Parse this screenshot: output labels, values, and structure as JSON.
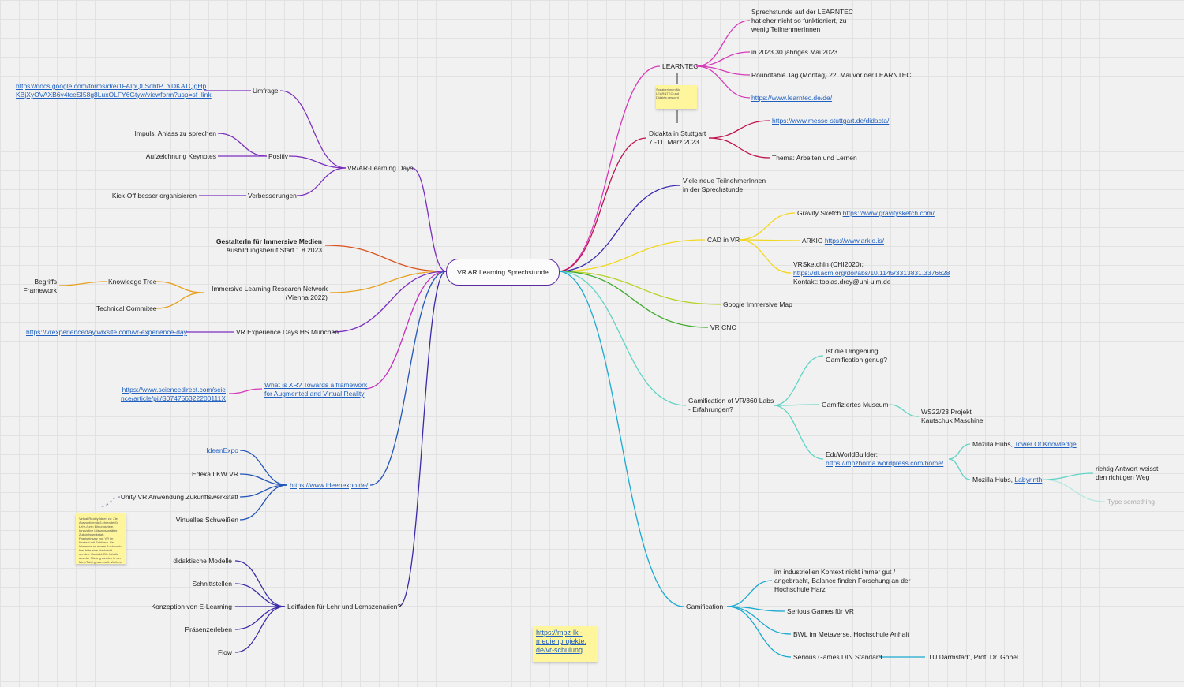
{
  "root": "VR AR Learning Sprechstunde",
  "left": {
    "vrar_days": "VR/AR-Learning Days",
    "umfrage": "Umfrage",
    "umfrage_link": [
      "https://docs.google.com/forms/d/e/1FAIpQLSdhtP_YDKATQgHp",
      "KBjXyOVAXB6v4tceSI58g8LuxOLFY6Gtyw/viewform?usp=sf_link"
    ],
    "positiv": "Positiv",
    "impuls": "Impuls, Anlass zu sprechen",
    "aufzeichnung": "Aufzeichnung Keynotes",
    "verbesserungen": "Verbesserungen",
    "kickoff": "Kick-Off besser organisieren",
    "gestalter_title": "GestalterIn für Immersive Medien",
    "gestalter_sub": "Ausbildungsberuf Start 1.8.2023",
    "ilrn": [
      "Immersive Learning Research Network",
      "(Vienna 2022)"
    ],
    "knowledge_tree": "Knowledge Tree",
    "begriffs": [
      "Begriffs",
      "Framework"
    ],
    "technical": "Technical Commitee",
    "vr_exp_days": "VR Experience Days HS München",
    "vr_exp_link": "https://vrexperienceday.wixsite.com/vr-experience-day",
    "what_xr": [
      "What is XR? Towards a framework",
      "for Augmented and Virtual Reality"
    ],
    "sciencedirect": [
      "https://www.sciencedirect.com/scie",
      "nce/article/pii/S074756322200111X"
    ],
    "ideenexpo_link": "https://www.ideenexpo.de/",
    "ideenexpo": "IdeenExpo",
    "edeka": "Edeka LKW VR",
    "unity": "Unity VR Anwendung Zukunftswerkstatt",
    "schweissen": "Virtuelles Schweißen",
    "leitfaden": "Leitfaden für Lehr und Lernszenarien?",
    "didaktische": "didaktische Modelle",
    "schnittstellen": "Schnittstellen",
    "konzeption": "Konzeption von E-Learning",
    "praesenz": "Präsenzerleben",
    "flow": "Flow"
  },
  "right": {
    "learntec": "LEARNTEC",
    "learntec_note": [
      "Sprechstunde auf der LEARNTEC",
      "hat eher nicht so funktioniert, zu",
      "wenig TeilnehmerInnen"
    ],
    "learntec_2023": "in 2023 30 jähriges Mai 2023",
    "roundtable": "Roundtable Tag (Montag) 22. Mai vor der LEARNTEC",
    "learntec_link": "https://www.learntec.de/de/",
    "sticky_small": [
      "Speakerinnen für",
      "LEARNTEC und",
      "Didakta gesucht"
    ],
    "didakta": [
      "Didakta in Stuttgart",
      "7.-11. März 2023"
    ],
    "didakta_link": "https://www.messe-stuttgart.de/didacta/",
    "didakta_thema": "Thema: Arbeiten und Lernen",
    "viele": [
      "Viele neue TeilnehmerInnen",
      "in der Sprechstunde"
    ],
    "cad": "CAD in VR",
    "gravity": "Gravity Sketch",
    "gravity_link": "https://www.gravitysketch.com/",
    "arkio": "ARKIO",
    "arkio_link": "https://www.arkio.is/",
    "vrsketch": "VRSketchIn (CHI2020):",
    "vrsketch_link": "https://dl.acm.org/doi/abs/10.1145/3313831.3376628",
    "vrsketch_contact": "Kontakt: tobias.drey@uni-ulm.de",
    "google_map": "Google Immersive Map",
    "vr_cnc": "VR CNC",
    "gamif_labs": [
      "Gamification of VR/360 Labs",
      "- Erfahrungen?"
    ],
    "umgebung": [
      "Ist die Umgebung",
      "Gamification genug?"
    ],
    "museum": "Gamifiziertes Museum",
    "ws22": [
      "WS22/23 Projekt",
      "Kautschuk Maschine"
    ],
    "eduworld": "EduWorldBuilder:",
    "eduworld_link": "https://mpzborna.wordpress.com/home/",
    "mozilla": "Mozilla Hubs,",
    "tower": "Tower Of Knowledge",
    "labyrinth": "Labyrinth",
    "richtig": [
      "richtig Antwort weisst",
      "den richtigen Weg"
    ],
    "type_something": "Type something",
    "gamification": "Gamification",
    "industriell": [
      "im industriellen Kontext nicht immer gut /",
      "angebracht, Balance finden Forschung an der",
      "Hochschule Harz"
    ],
    "serious_vr": "Serious Games für VR",
    "bwl": "BWL im Metaverse, Hochschule Anhalt",
    "serious_din": "Serious Games DIN Standard",
    "tu_darmstadt": "TU Darmstadt, Prof. Dr. Göbel"
  },
  "sticky_bottom": [
    "https://mpz-lkl-",
    "medienprojekte.",
    "de/vr-schulung"
  ],
  "sticky_left_text": "Virtual Reality                Ideen zu: Ziel  Auszubildende/Lehrende für Lehr-/Lern Bildungsziele. Innovative Lösungsansätze Zukunftswerkstatt. Praxiseinsatz von VR im Kontext mit Schülern. Bei Interesse an einem Austausch, hier bitte eine Nachricht senden. Kontakt: Die Inhalte aus der Sitzung werden in der Miro-Tafel gesammelt. Weitere Informationen zu den Themen finden Sie hier.",
  "colors": {
    "purple": "#7b2fbe",
    "orange": "#d9531e",
    "gold": "#e8a020",
    "magenta": "#c42fbd",
    "blue": "#2457b8",
    "indigo": "#3b2aa8",
    "pink": "#d63bb8",
    "crimson": "#c0124f",
    "navy": "#3a2ab0",
    "yellow": "#f2d81d",
    "lime": "#b7d32a",
    "green": "#3faa2a",
    "teal": "#5fd3c4",
    "cyan": "#1aaad0"
  }
}
